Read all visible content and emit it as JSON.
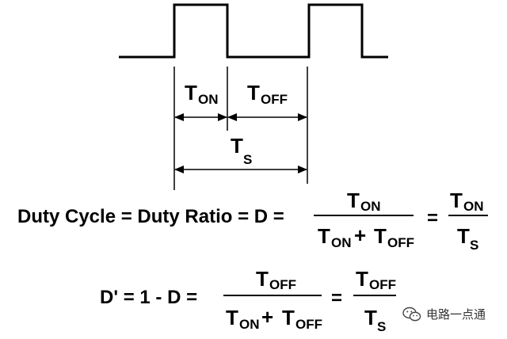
{
  "diagram": {
    "labels": {
      "t_on": {
        "main": "T",
        "sub": "ON"
      },
      "t_off": {
        "main": "T",
        "sub": "OFF"
      },
      "t_s": {
        "main": "T",
        "sub": "S"
      }
    },
    "equation1": {
      "lhs": "Duty Cycle = Duty Ratio = D =",
      "eq2": "="
    },
    "equation2": {
      "lhs": "D' = 1 - D =",
      "eq2": "="
    },
    "operators": {
      "plus": "+"
    }
  },
  "watermark": {
    "text": "电路一点通",
    "icon": "wechat-icon"
  }
}
